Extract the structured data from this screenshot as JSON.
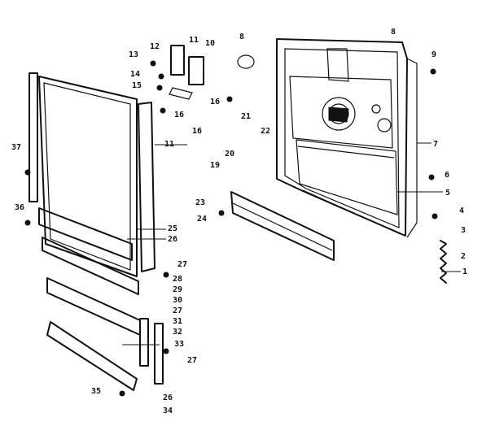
{
  "diagram": {
    "callouts": {
      "c1": "1",
      "c2": "2",
      "c3": "3",
      "c4": "4",
      "c5": "5",
      "c6": "6",
      "c7": "7",
      "c8a": "8",
      "c8b": "8",
      "c9": "9",
      "c10": "10",
      "c11a": "11",
      "c11b": "11",
      "c12": "12",
      "c13": "13",
      "c14": "14",
      "c15": "15",
      "c16a": "16",
      "c16b": "16",
      "c16c": "16",
      "c19": "19",
      "c20": "20",
      "c21": "21",
      "c22": "22",
      "c23": "23",
      "c24": "24",
      "c25": "25",
      "c26a": "26",
      "c26b": "26",
      "c27a": "27",
      "c27b": "27",
      "c27c": "27",
      "c28": "28",
      "c29": "29",
      "c30": "30",
      "c31": "31",
      "c32": "32",
      "c33": "33",
      "c34": "34",
      "c35": "35",
      "c36": "36",
      "c37": "37"
    }
  }
}
